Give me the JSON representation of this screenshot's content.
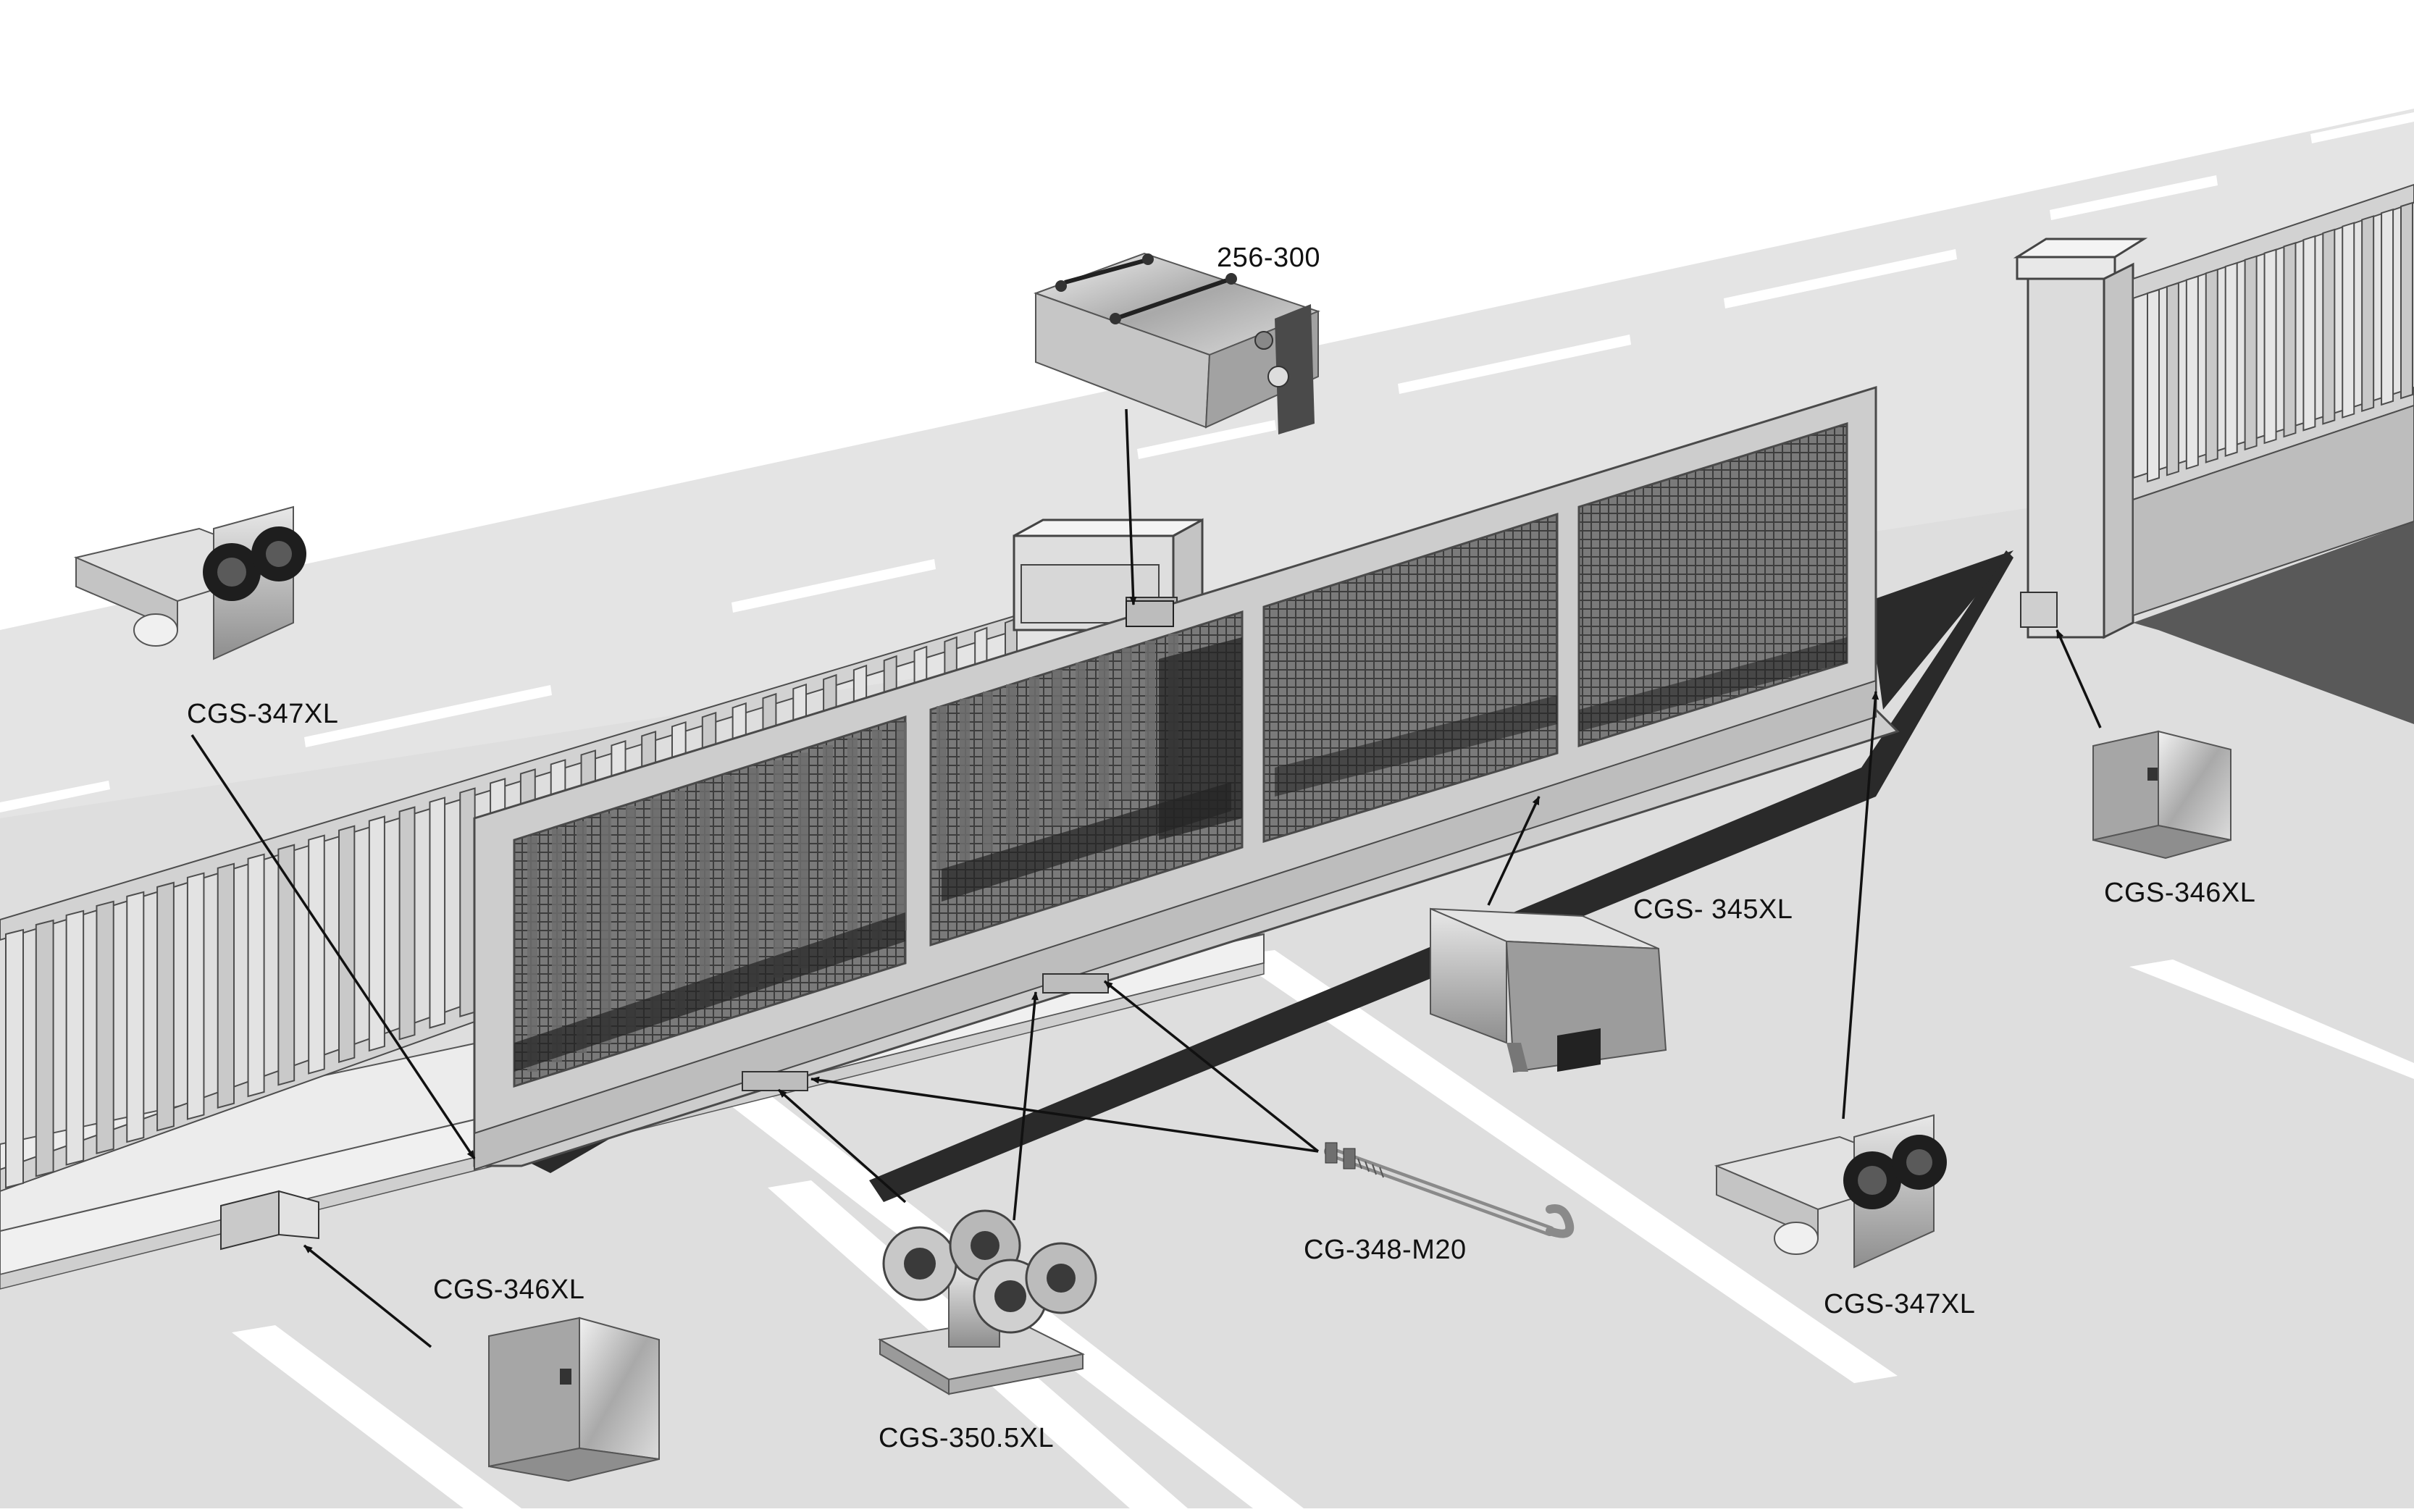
{
  "colors": {
    "road": "#e5e5e5",
    "road_dark": "#d6d6d6",
    "marking": "#ffffff",
    "shadow": "#2b2b2b",
    "frame": "#c9c9c9",
    "frame_edge": "#5a5a5a",
    "mesh": "#3d3d3d",
    "pillar": "#dcdcdc",
    "steel": "#b9b9b9",
    "arrow": "#111111"
  },
  "parts": {
    "bracket_256_300": {
      "label": "256-300",
      "icon": "wall-bracket-icon"
    },
    "roller_guide_left": {
      "label": "CGS-347XL",
      "icon": "top-roller-guide-icon"
    },
    "roller_guide_right": {
      "label": "CGS-347XL",
      "icon": "top-roller-guide-icon"
    },
    "end_catcher_right": {
      "label": "CGS-346XL",
      "icon": "end-catcher-icon"
    },
    "end_catcher_left": {
      "label": "CGS-346XL",
      "icon": "end-catcher-icon"
    },
    "guide_rail": {
      "label": "CGS- 345XL",
      "icon": "guide-rail-profile-icon"
    },
    "carriage": {
      "label": "CGS-350.5XL",
      "icon": "roller-carriage-icon"
    },
    "anchor_bolt": {
      "label": "CG-348-M20",
      "icon": "anchor-bolt-icon"
    }
  }
}
